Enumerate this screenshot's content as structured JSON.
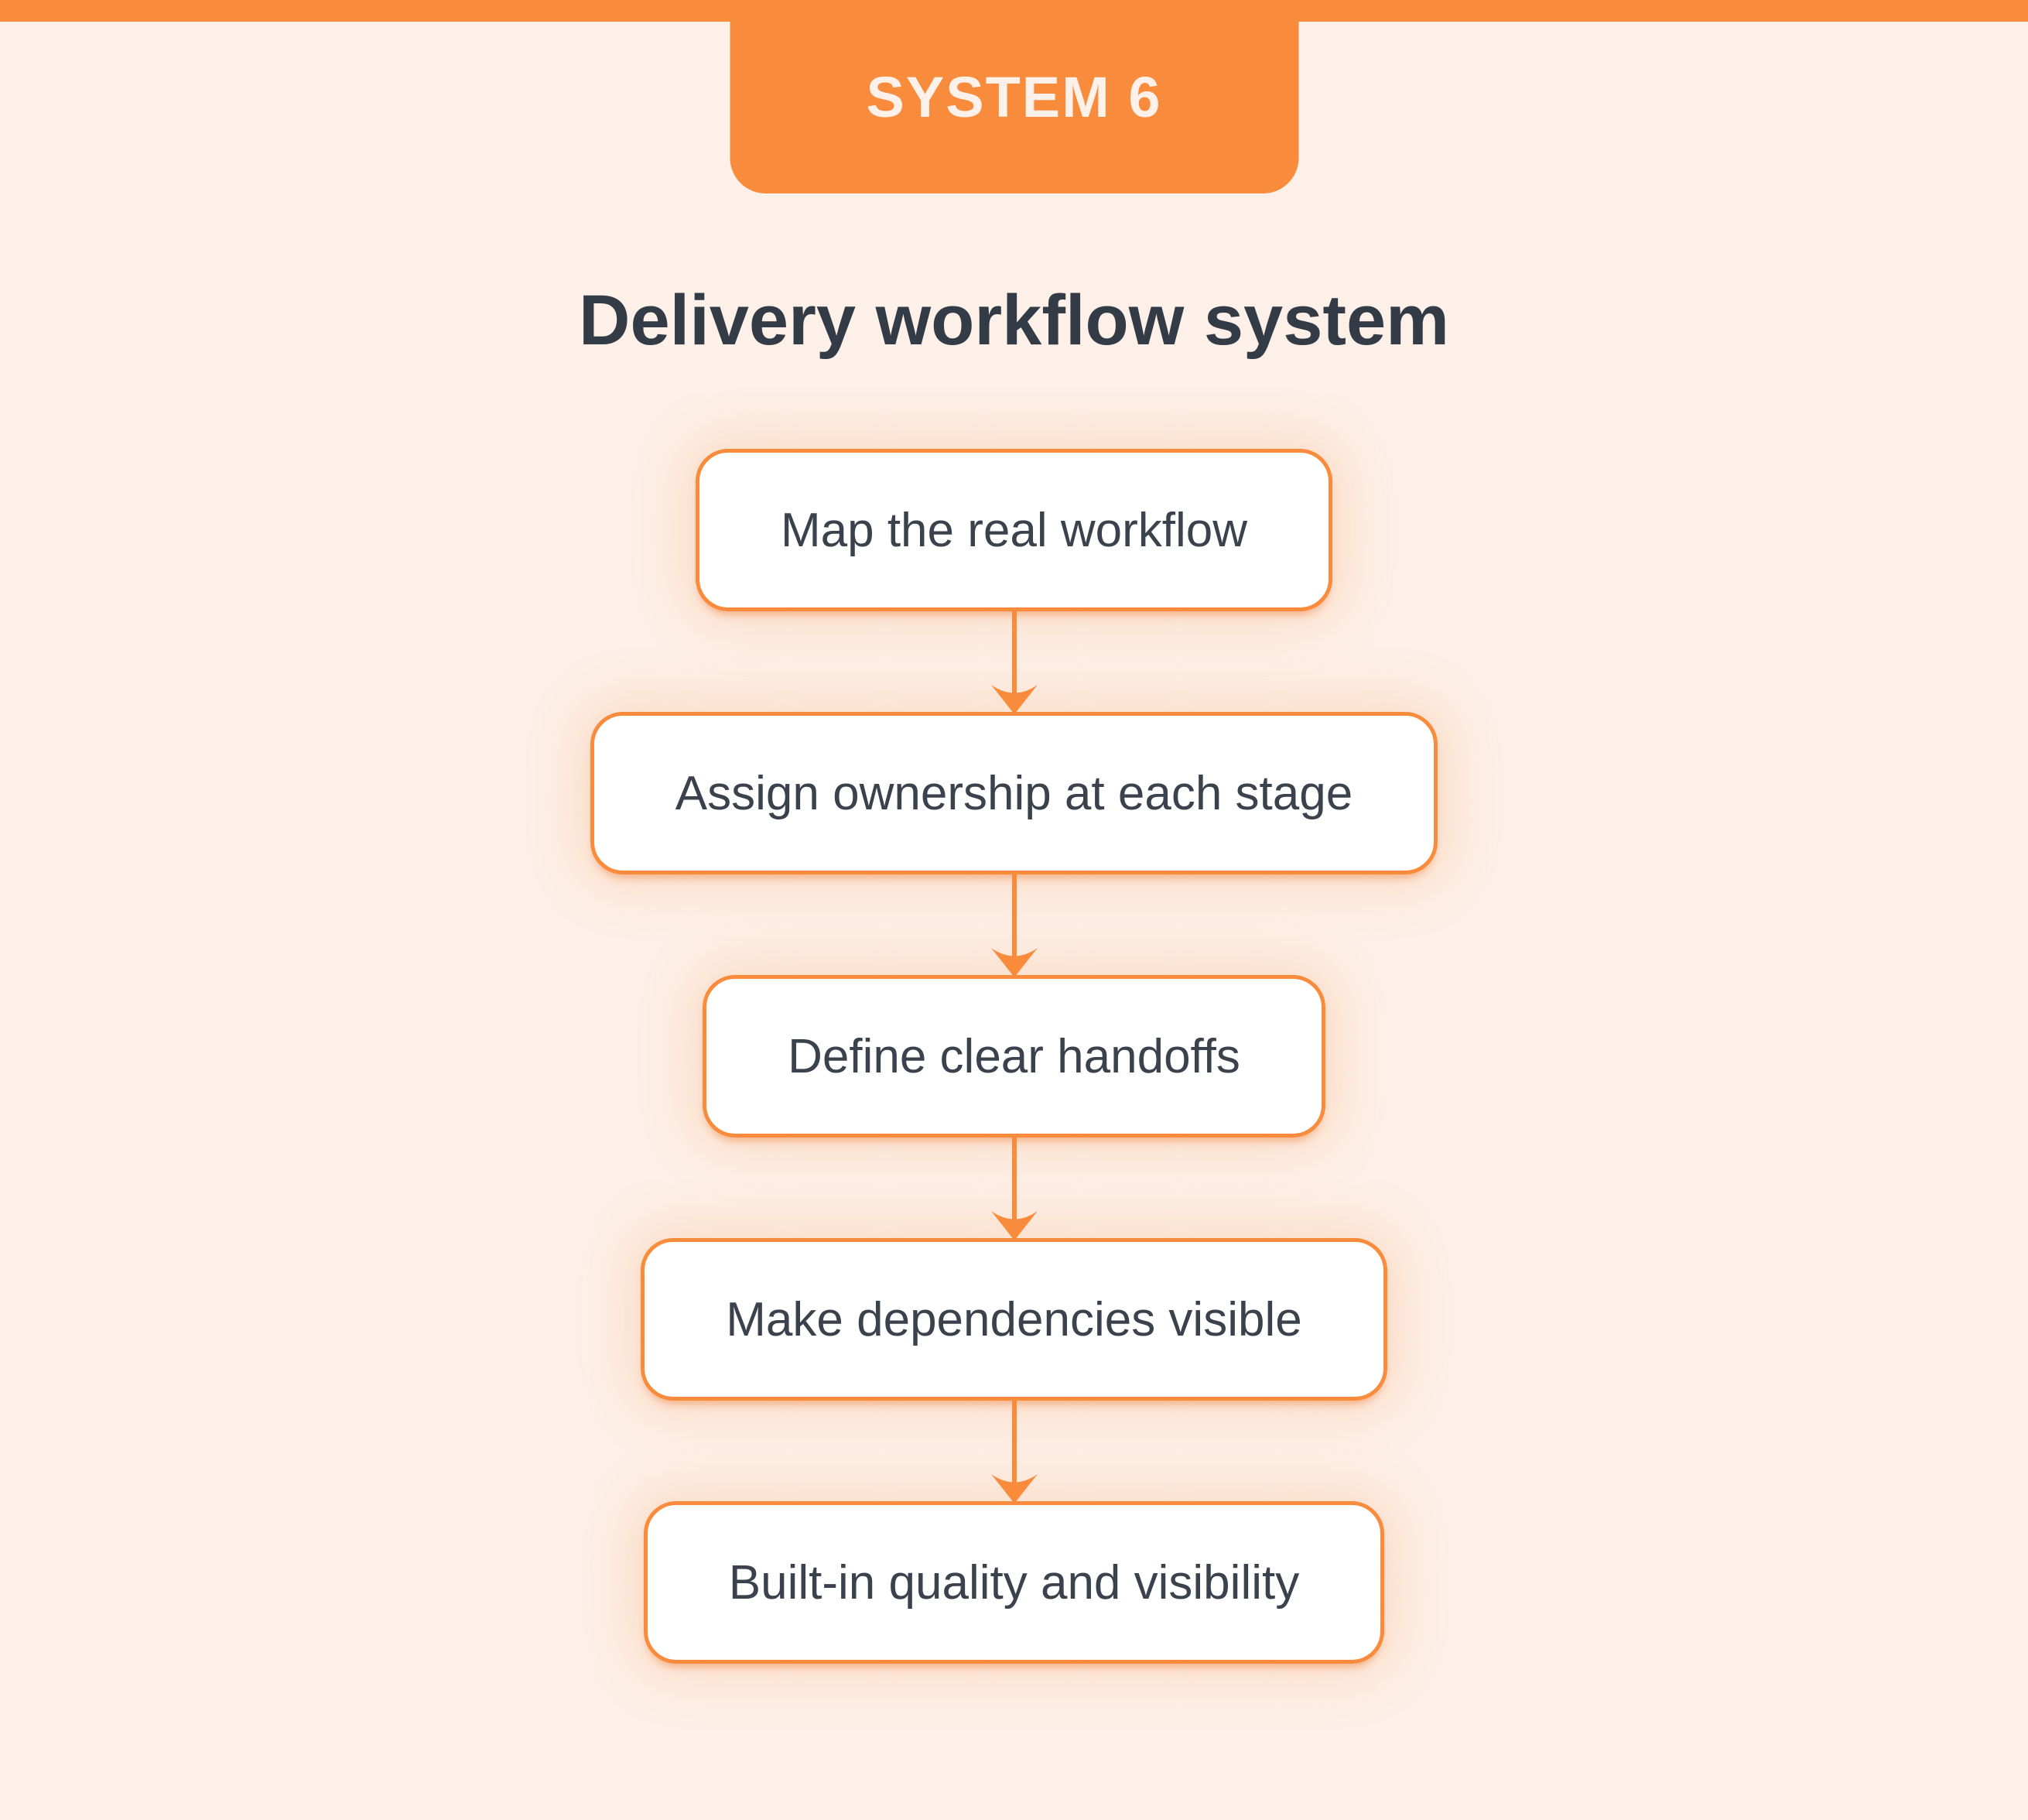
{
  "badge": {
    "label": "SYSTEM 6"
  },
  "title": "Delivery workflow system",
  "flow": {
    "steps": [
      {
        "label": "Map the real workflow"
      },
      {
        "label": "Assign ownership at each stage"
      },
      {
        "label": "Define clear handoffs"
      },
      {
        "label": "Make dependencies visible"
      },
      {
        "label": "Built-in quality and visibility"
      }
    ]
  },
  "colors": {
    "accent_orange": "#f98b3c",
    "background": "#fdf0e8",
    "box_fill": "#ffffff",
    "title_text": "#333b46",
    "box_text": "#3a424d",
    "badge_text": "#fdf1e9"
  }
}
